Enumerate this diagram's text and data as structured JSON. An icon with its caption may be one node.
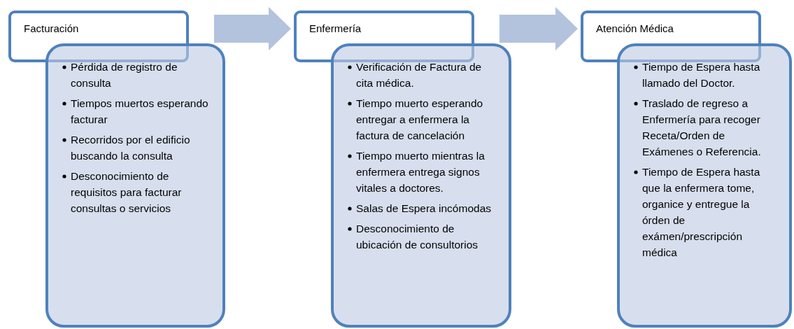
{
  "diagram": {
    "nodes": [
      {
        "text": [
          "Facturación"
        ]
      },
      {
        "text": [
          "Pérdida de registro de consulta",
          "Tiempos muertos esperando facturar",
          "Recorridos por el edificio buscando la consulta",
          "Desconocimiento de requisitos para facturar consultas o servicios"
        ]
      },
      {
        "text": [
          "Enfermería"
        ]
      },
      {
        "text": [
          "Verificación de Factura de cita médica.",
          "Tiempo muerto esperando entregar a enfermera la factura de cancelación",
          "Tiempo muerto mientras la enfermera entrega signos vitales a doctores.",
          "Salas de Espera incómodas",
          "Desconocimiento de ubicación de consultorios"
        ]
      },
      {
        "text": [
          "Atención Médica"
        ]
      },
      {
        "text": [
          "Tiempo de Espera hasta llamado del Doctor.",
          "Traslado de regreso a Enfermería para recoger Receta/Orden de Exámenes o Referencia.",
          "Tiempo de Espera hasta que la enfermera tome, organice y entregue la órden de exámen/prescripción médica"
        ]
      }
    ],
    "edges": [
      {
        "from": 0,
        "to": 2,
        "arrow": "to"
      },
      {
        "from": 2,
        "to": 4,
        "arrow": "to"
      }
    ]
  }
}
